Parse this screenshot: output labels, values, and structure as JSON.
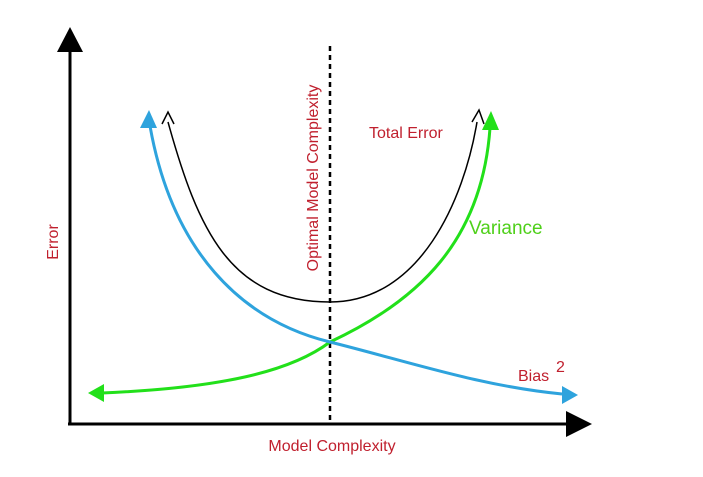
{
  "diagram": {
    "y_axis_label": "Error",
    "x_axis_label": "Model Complexity",
    "optimal_label": "Optimal Model Complexity",
    "total_error_label": "Total Error",
    "variance_label": "Variance",
    "bias_label": "Bias",
    "bias_superscript": "2"
  },
  "colors": {
    "axis": "#000000",
    "total_error": "#000000",
    "variance": "#22e01a",
    "bias": "#2ea3dd",
    "label_red": "#c0202e",
    "label_green": "#4fd01a"
  }
}
